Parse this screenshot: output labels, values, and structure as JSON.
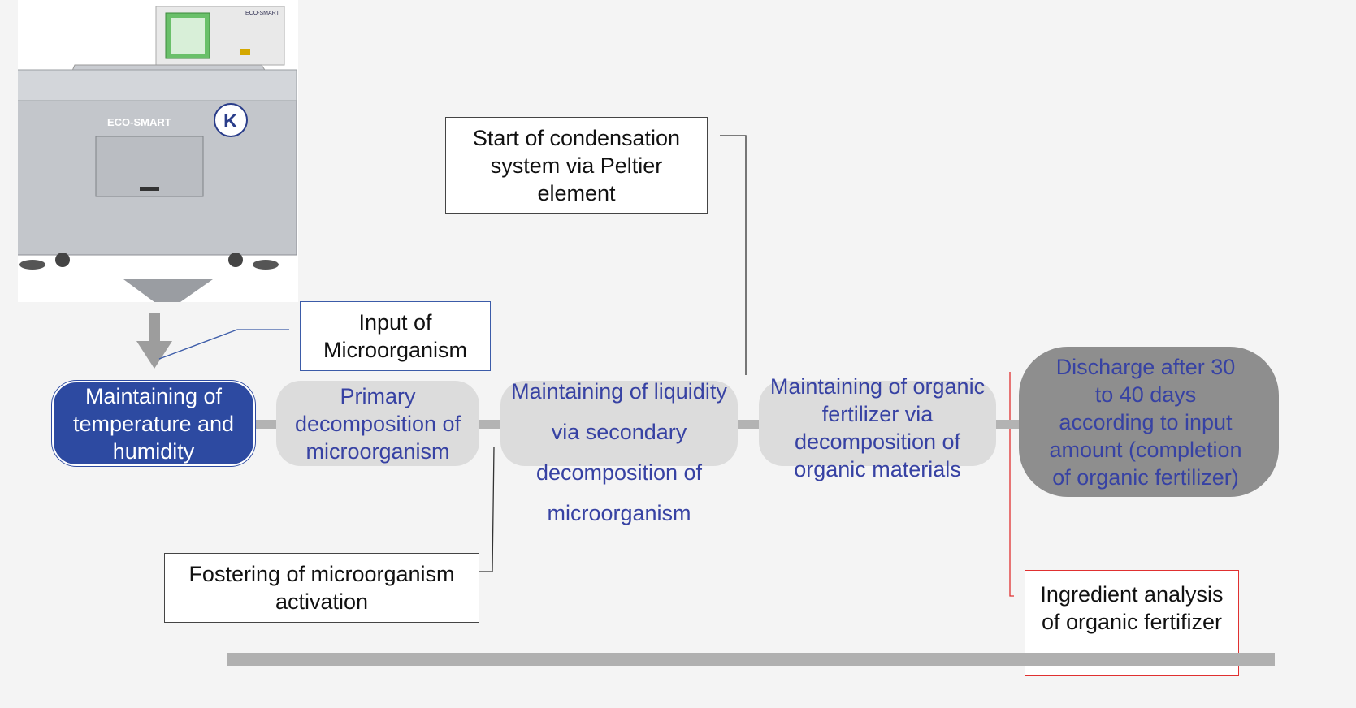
{
  "diagram": {
    "machine": {
      "brand_label": "ECO-SMART",
      "badge_letter": "K",
      "panel_brand": "ECO-SMART"
    },
    "notes": {
      "condensation": "Start of condensation system via Peltier element",
      "input": "Input of Microorganism",
      "fostering": "Fostering of microorganism activation",
      "ingredient": "Ingredient analysis of organic fertifizer"
    },
    "steps": [
      {
        "label": "Maintaining of temperature and humidity"
      },
      {
        "label": "Primary decomposition of microorganism"
      },
      {
        "label": "Maintaining of liquidity via secondary decomposition of microorganism"
      },
      {
        "label": "Maintaining of organic fertilizer via decomposition of organic materials"
      },
      {
        "label": "Discharge after 30 to 40 days according to input amount (completion of organic fertilizer)"
      }
    ],
    "colors": {
      "step_dark": "#2d4aa1",
      "step_light": "#dcdcdc",
      "step_gray": "#8e8e8e",
      "step_text": "#3742a3",
      "connector": "#b3b3b3",
      "red_accent": "#e03030"
    }
  }
}
